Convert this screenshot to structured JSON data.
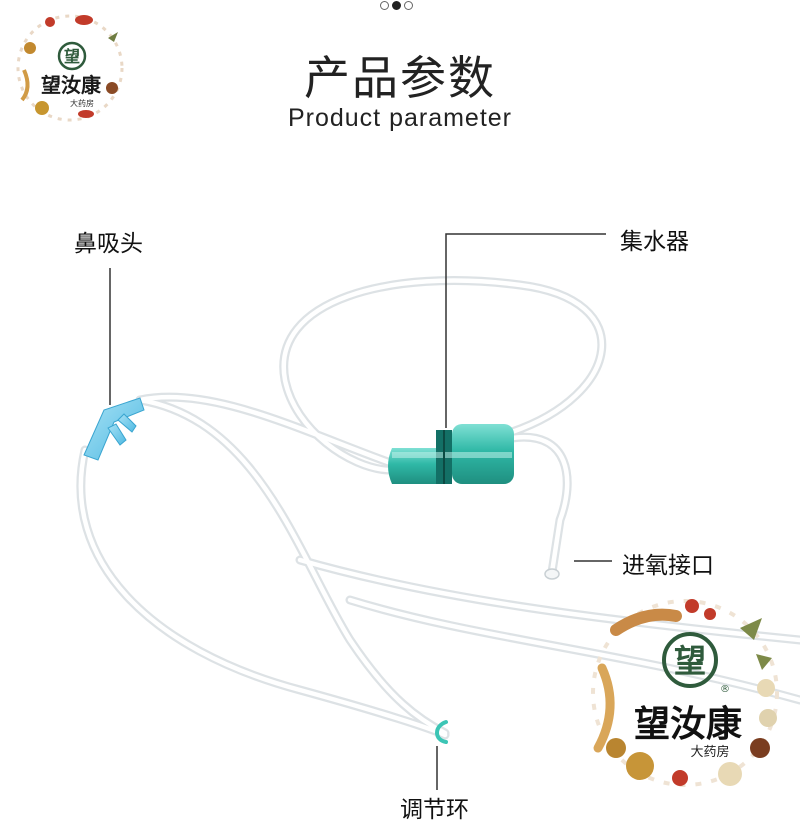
{
  "carousel": {
    "count": 3,
    "active_index": 1
  },
  "header": {
    "title_cn": "产品参数",
    "title_en": "Product parameter"
  },
  "labels": {
    "nasal_tip": "鼻吸头",
    "water_trap": "集水器",
    "oxygen_inlet": "进氧接口",
    "adjuster": "调节环"
  },
  "brand": {
    "name": "望汝康",
    "subtitle": "大药房",
    "seal_char": "望",
    "registered": "®"
  },
  "colors": {
    "tube": "#e4e8ea",
    "nasal_tip": "#7fd0ec",
    "water_trap": "#2fb8a6",
    "adjuster": "#3cc5b5",
    "leader_line": "#333333",
    "brand_green": "#2f5b3c"
  }
}
